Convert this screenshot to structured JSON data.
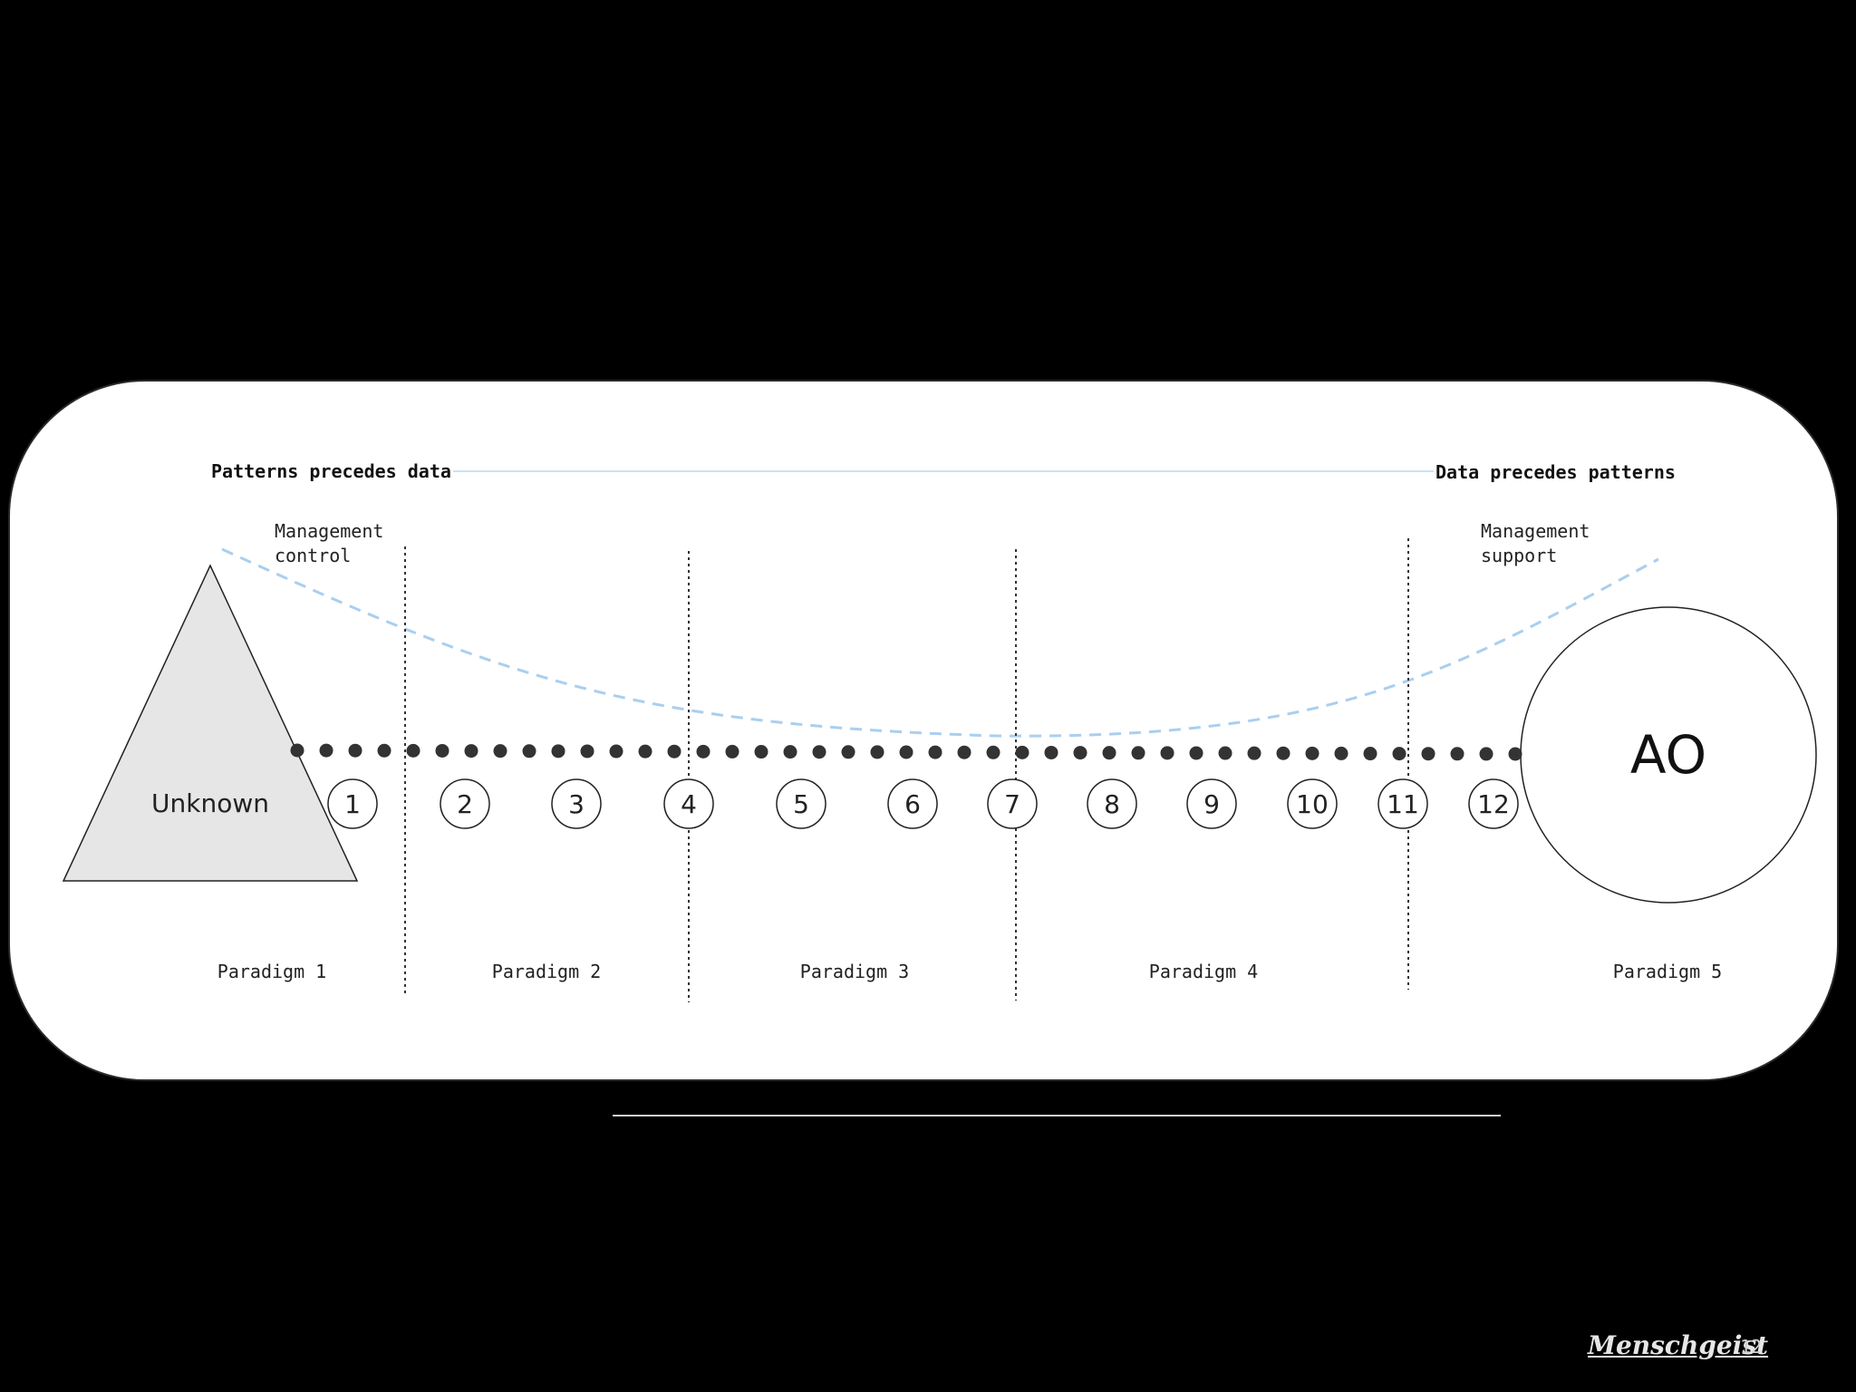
{
  "header": {
    "left_label": "Patterns precedes data",
    "right_label": "Data precedes patterns"
  },
  "annotations": {
    "left_line1": "Management",
    "left_line2": "control",
    "right_line1": "Management",
    "right_line2": "support"
  },
  "start_node": {
    "label": "Unknown"
  },
  "end_node": {
    "label": "AO"
  },
  "steps": [
    "1",
    "2",
    "3",
    "4",
    "5",
    "6",
    "7",
    "8",
    "9",
    "10",
    "11",
    "12"
  ],
  "paradigms": [
    "Paradigm 1",
    "Paradigm 2",
    "Paradigm 3",
    "Paradigm 4",
    "Paradigm 5"
  ],
  "footer": {
    "brand": "Menschgeist",
    "page_number": "12"
  },
  "colors": {
    "background": "#000000",
    "card": "#ffffff",
    "curve": "#a9cff0",
    "dots": "#333333",
    "triangle_fill": "#e6e6e6"
  }
}
